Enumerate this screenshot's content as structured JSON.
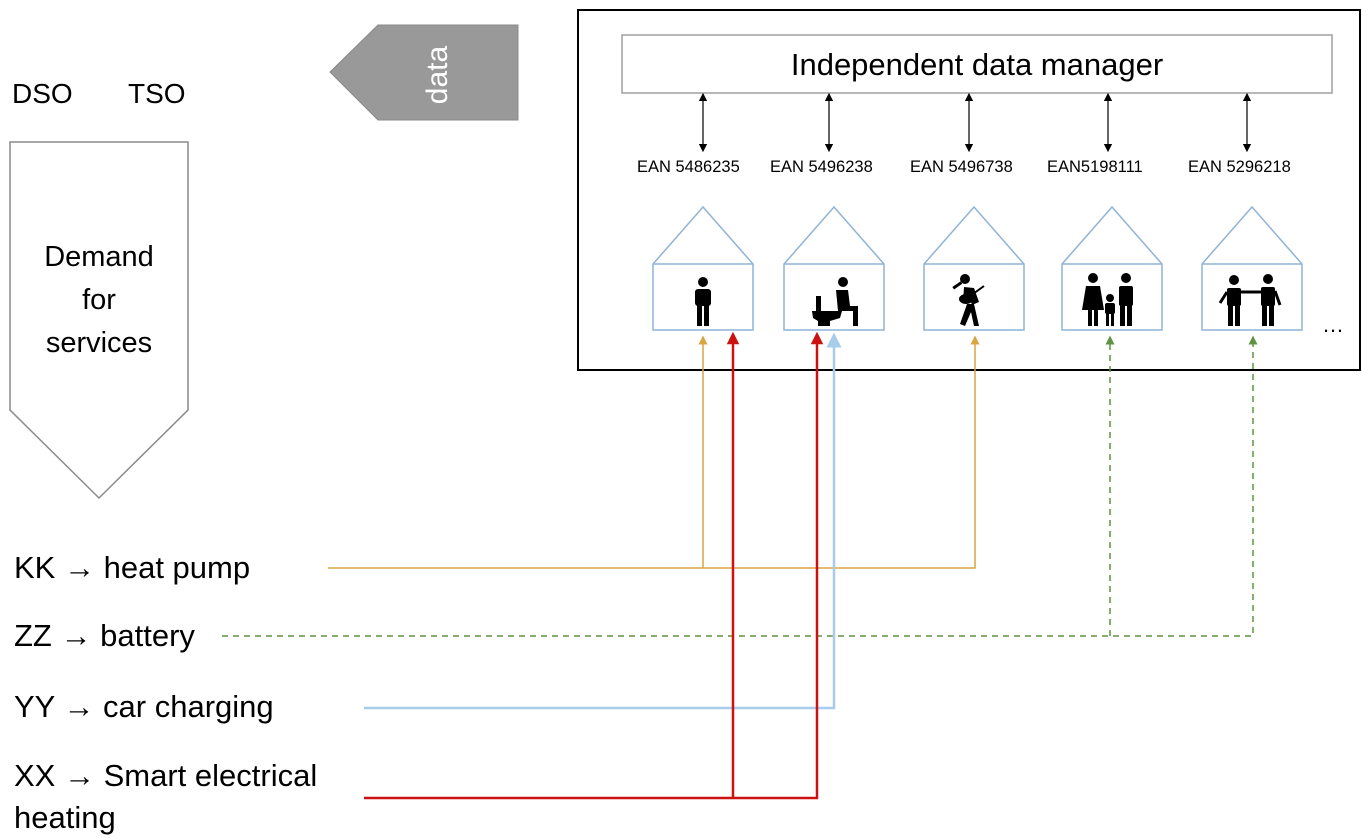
{
  "actors": {
    "dso": "DSO",
    "tso": "TSO"
  },
  "data_arrow": {
    "label": "data"
  },
  "demand": {
    "lines": [
      "Demand",
      "for",
      "services"
    ]
  },
  "data_manager": {
    "title": "Independent data manager"
  },
  "households": [
    {
      "ean": "EAN 5486235",
      "icon": "person-standing-icon"
    },
    {
      "ean": "EAN 5496238",
      "icon": "person-on-toilet-icon"
    },
    {
      "ean": "EAN 5496738",
      "icon": "person-playing-guitar-icon"
    },
    {
      "ean": "EAN5198111",
      "icon": "family-icon"
    },
    {
      "ean": "EAN 5296218",
      "icon": "handshake-people-icon"
    }
  ],
  "more_indicator": "…",
  "services": [
    {
      "code": "KK",
      "arrow": "→",
      "name": "heat pump",
      "color": "#d9a441",
      "style": "solid"
    },
    {
      "code": "ZZ",
      "arrow": "→",
      "name": "battery",
      "color": "#5f9442",
      "style": "dashed"
    },
    {
      "code": "YY",
      "arrow": "→",
      "name": "car charging",
      "color": "#a8cdeb",
      "style": "solid"
    },
    {
      "code": "XX",
      "arrow": "→",
      "name": "Smart electrical",
      "name_line2": "heating",
      "color": "#cc1111",
      "style": "solid"
    }
  ]
}
